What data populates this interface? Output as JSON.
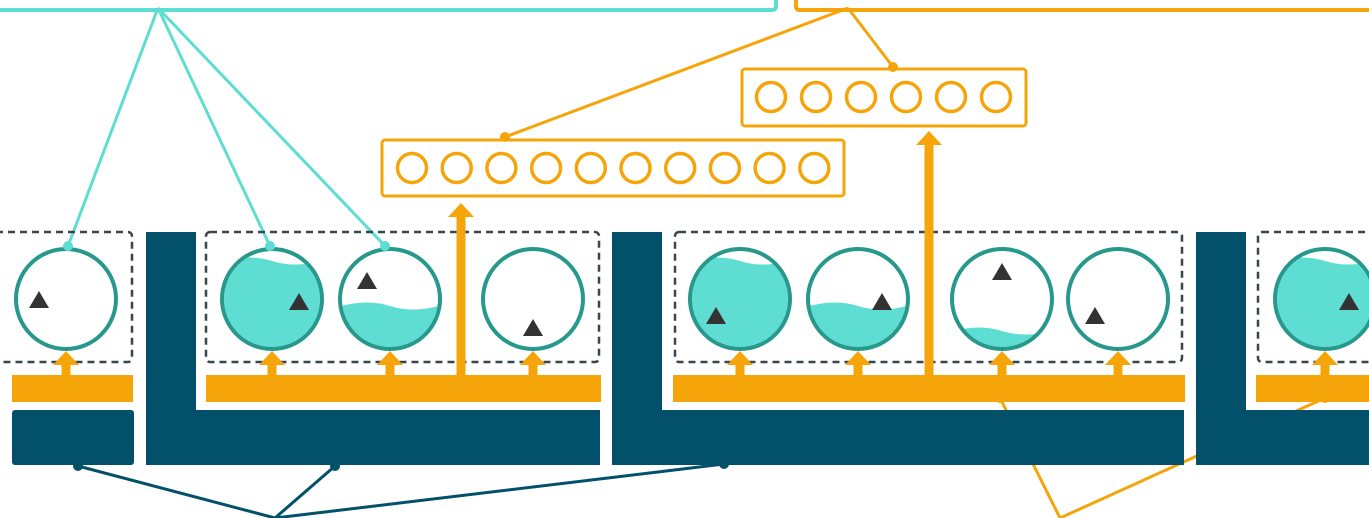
{
  "diagram": {
    "description_texts": [],
    "colors": {
      "teal": "#5EDDD3",
      "teal_dark": "#27988C",
      "orange": "#F5A50A",
      "navy": "#03506B",
      "dashed_border": "#37474F",
      "marker": "#333333",
      "background": "#FFFFFF"
    },
    "top_callouts": [
      {
        "id": "teal-callout",
        "color": "teal"
      },
      {
        "id": "orange-callout",
        "color": "orange"
      }
    ],
    "vectors": [
      {
        "id": "vector-long",
        "cells": 10
      },
      {
        "id": "vector-short",
        "cells": 6
      }
    ],
    "groups": [
      {
        "id": "group-1",
        "circle_count": 1
      },
      {
        "id": "group-2",
        "circle_count": 3
      },
      {
        "id": "group-3",
        "circle_count": 4
      },
      {
        "id": "group-4",
        "circle_count": 1
      }
    ],
    "circles": [
      {
        "group": 0,
        "fill_level": 0.0
      },
      {
        "group": 1,
        "fill_level": 0.9
      },
      {
        "group": 1,
        "fill_level": 0.45
      },
      {
        "group": 1,
        "fill_level": 0.0
      },
      {
        "group": 2,
        "fill_level": 0.9
      },
      {
        "group": 2,
        "fill_level": 0.45
      },
      {
        "group": 2,
        "fill_level": 0.2
      },
      {
        "group": 2,
        "fill_level": 0.0
      },
      {
        "group": 3,
        "fill_level": 0.9
      }
    ],
    "marker_icon": "triangle-up-icon",
    "arrow_icon": "arrow-up-icon"
  }
}
